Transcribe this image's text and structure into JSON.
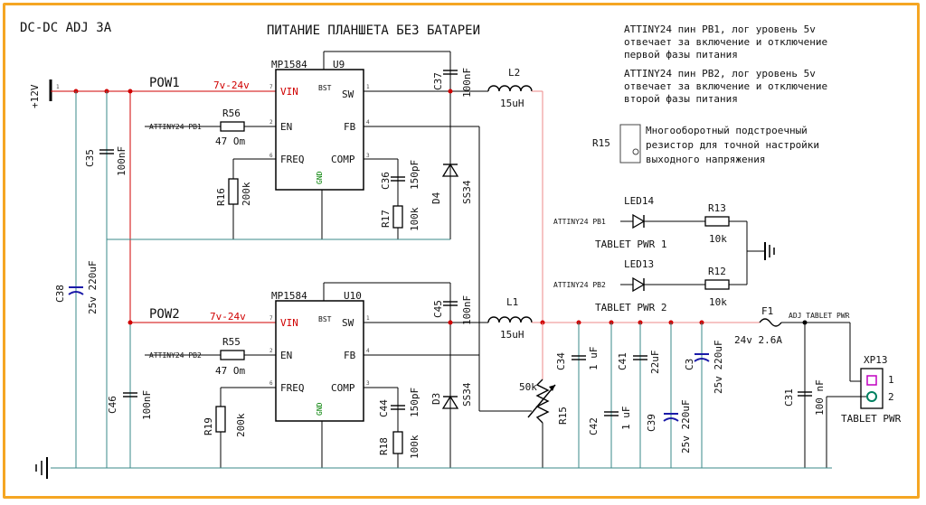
{
  "header": {
    "left_title": "DC-DC ADJ 3A",
    "main_title": "ПИТАНИЕ ПЛАНШЕТА БЕЗ БАТАРЕИ"
  },
  "notes": {
    "pb1_lines": [
      "ATTINY24 пин PB1, лог уровень 5v",
      "отвечает за включение и отключение",
      "первой фазы питания"
    ],
    "pb2_lines": [
      "ATTINY24 пин PB2, лог уровень 5v",
      "отвечает за включение и отключение",
      "второй фазы питания"
    ],
    "r15_lines": [
      "Многооборотный подстроечный",
      "резистор для точной настройки",
      "выходного напряжения"
    ],
    "r15_label": "R15"
  },
  "power_in": {
    "label": "+12V"
  },
  "phase1": {
    "net": "POW1",
    "range": "7v-24v",
    "ic": "MP1584",
    "ic_ref": "U9",
    "pins": {
      "vin": "VIN",
      "en": "EN",
      "freq": "FREQ",
      "bst": "BST",
      "sw": "SW",
      "fb": "FB",
      "comp": "COMP",
      "gnd": "GND"
    },
    "r_en": {
      "ref": "R56",
      "val": "47 Om",
      "net": "ATTINY24 PB1"
    },
    "r_freq": {
      "ref": "R16",
      "val": "200k"
    },
    "c_comp": {
      "ref": "C36",
      "val": "150pF"
    },
    "r_comp": {
      "ref": "R17",
      "val": "100k"
    },
    "c_bst": {
      "ref": "C37",
      "val": "100nF"
    },
    "diode": {
      "ref": "D4",
      "val": "SS34"
    },
    "inductor": {
      "ref": "L2",
      "val": "15uH"
    }
  },
  "phase2": {
    "net": "POW2",
    "range": "7v-24v",
    "ic": "MP1584",
    "ic_ref": "U10",
    "pins": {
      "vin": "VIN",
      "en": "EN",
      "freq": "FREQ",
      "bst": "BST",
      "sw": "SW",
      "fb": "FB",
      "comp": "COMP",
      "gnd": "GND"
    },
    "r_en": {
      "ref": "R55",
      "val": "47 Om",
      "net": "ATTINY24 PB2"
    },
    "r_freq": {
      "ref": "R19",
      "val": "200k"
    },
    "c_comp": {
      "ref": "C44",
      "val": "150pF"
    },
    "r_comp": {
      "ref": "R18",
      "val": "100k"
    },
    "c_bst": {
      "ref": "C45",
      "val": "100nF"
    },
    "diode": {
      "ref": "D3",
      "val": "SS34"
    },
    "inductor": {
      "ref": "L1",
      "val": "15uH"
    }
  },
  "input_caps": [
    {
      "ref": "C35",
      "val": "100nF"
    },
    {
      "ref": "C38",
      "val": "25v 220uF"
    },
    {
      "ref": "C46",
      "val": "100nF"
    }
  ],
  "feedback": {
    "ref": "R15",
    "val": "50k"
  },
  "output_caps": [
    {
      "ref": "C34",
      "val": "1 uF"
    },
    {
      "ref": "C42",
      "val": "1 uF"
    },
    {
      "ref": "C41",
      "val": "22uF"
    },
    {
      "ref": "C39",
      "val": "25v 220uF"
    },
    {
      "ref": "C3",
      "val": "25v 220uF"
    },
    {
      "ref": "C31",
      "val": "100 nF"
    }
  ],
  "leds": [
    {
      "ref": "LED14",
      "label": "TABLET PWR 1",
      "net": "ATTINY24 PB1",
      "r_ref": "R13",
      "r_val": "10k"
    },
    {
      "ref": "LED13",
      "label": "TABLET PWR 2",
      "net": "ATTINY24 PB2",
      "r_ref": "R12",
      "r_val": "10k"
    }
  ],
  "fuse": {
    "ref": "F1",
    "val": "24v  2.6A",
    "net": "ADJ TABLET PWR"
  },
  "connector": {
    "ref": "XP13",
    "label": "TABLET PWR",
    "pin1": "1",
    "pin2": "2"
  }
}
